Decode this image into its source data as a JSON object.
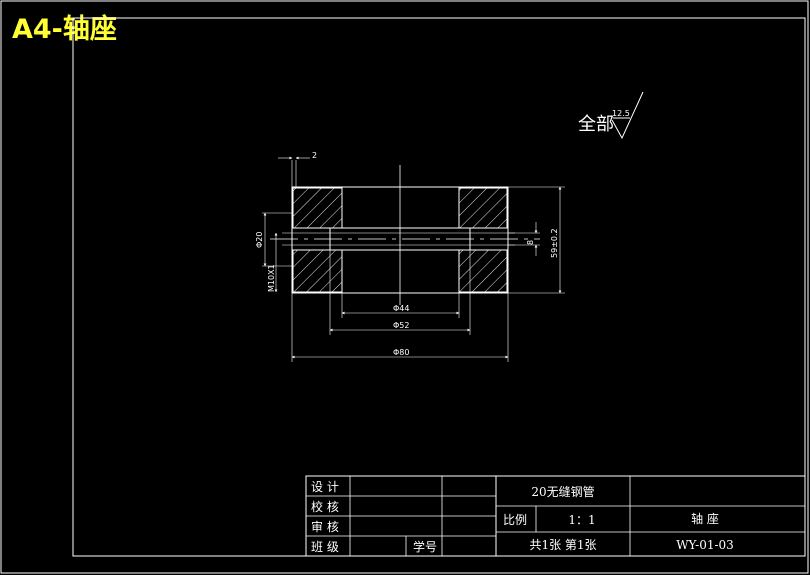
{
  "heading": "A4-轴座",
  "roughness": {
    "label": "全部",
    "value": "12.5"
  },
  "dimensions": {
    "top_offset": "2",
    "inner_dia_left": "Φ20",
    "thread": "M10X1",
    "step_width": "8",
    "height": "59±0.2",
    "dia_44": "Φ44",
    "dia_52": "Φ52",
    "dia_80": "Φ80"
  },
  "title_block": {
    "row_labels": [
      "设 计",
      "校 核",
      "审 核",
      "班 级"
    ],
    "student_no_label": "学号",
    "material": "20无缝钢管",
    "scale_label": "比例",
    "scale_value": "1：1",
    "part_name": "轴 座",
    "sheets": "共1张 第1张",
    "drawing_no": "WY-01-03"
  },
  "colors": {
    "heading": "#ffff33",
    "lines": "#ffffff",
    "background": "#000000"
  }
}
